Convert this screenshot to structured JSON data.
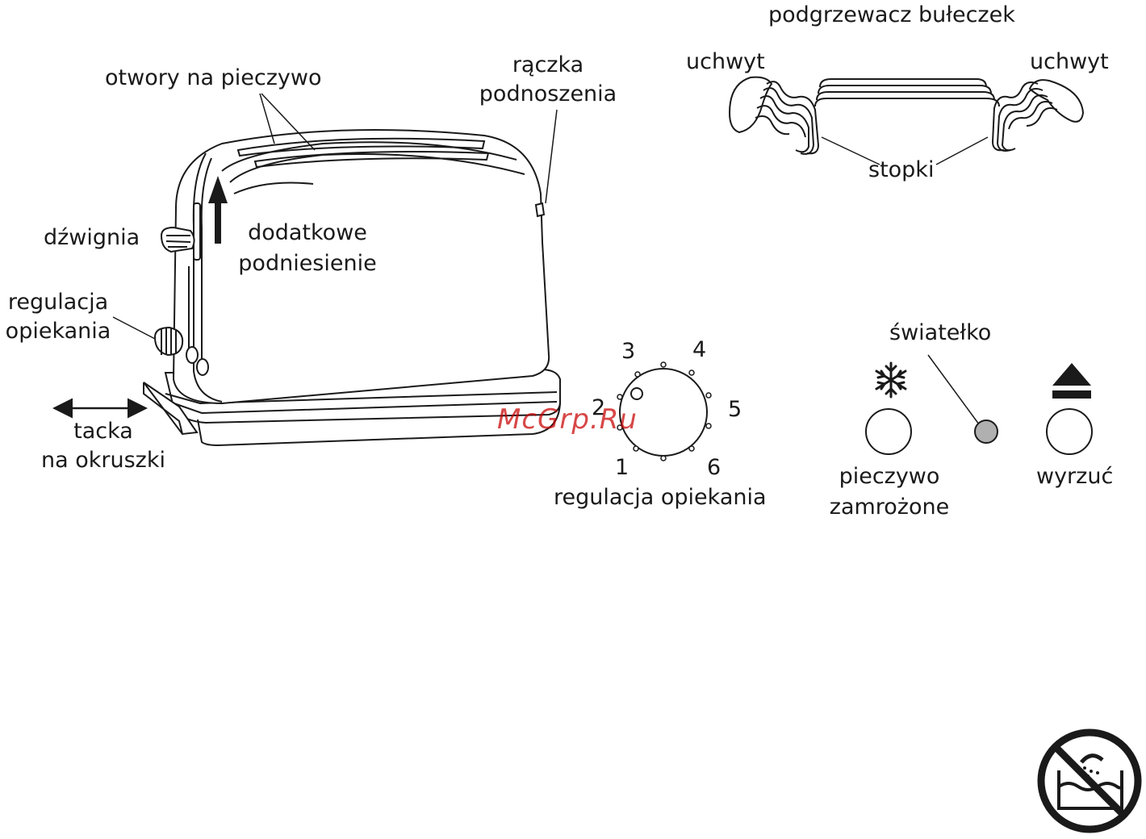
{
  "labels": {
    "bread_slots": "otwory na pieczywo",
    "lift_handle_line1": "rączka",
    "lift_handle_line2": "podnoszenia",
    "lever": "dźwignia",
    "extra_lift_line1": "dodatkowe",
    "extra_lift_line2": "podniesienie",
    "browning_line1": "regulacja",
    "browning_line2": "opiekania",
    "crumb_tray_line1": "tacka",
    "crumb_tray_line2": "na okruszki",
    "bun_warmer": "podgrzewacz bułeczek",
    "handle_left": "uchwyt",
    "handle_right": "uchwyt",
    "feet": "stopki",
    "dial_caption": "regulacja opiekania",
    "light": "światełko",
    "frozen_line1": "pieczywo",
    "frozen_line2": "zamrożone",
    "cancel": "wyrzuć"
  },
  "dial_numbers": [
    "1",
    "2",
    "3",
    "4",
    "5",
    "6"
  ],
  "icons": {
    "frozen": "snowflake-icon",
    "cancel": "eject-icon",
    "warning": "no-immersion-icon"
  },
  "watermark": "McGrp.Ru",
  "colors": {
    "line": "#1a1a1a",
    "indicator_light": "#b0b0b0",
    "watermark": "#c80000"
  }
}
